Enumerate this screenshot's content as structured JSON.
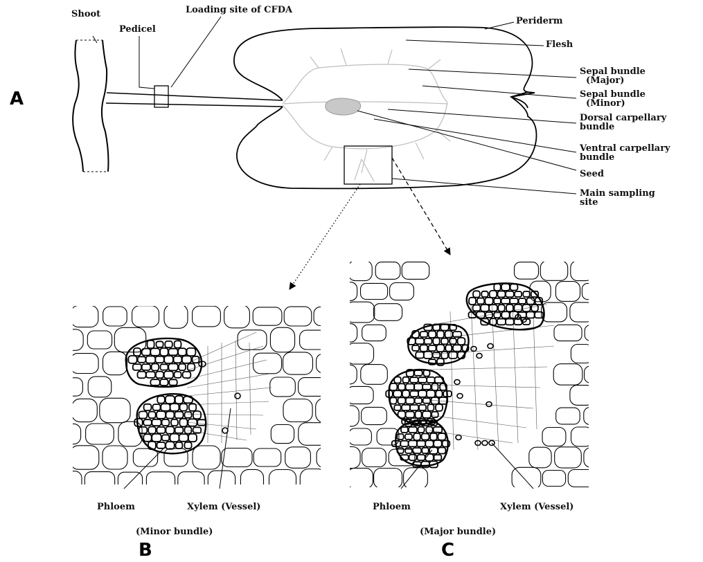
{
  "panels": {
    "a": "A",
    "b": "B",
    "c": "C"
  },
  "labels": {
    "shoot": "Shoot",
    "pedicel": "Pedicel",
    "loading_site": "Loading site of CFDA",
    "periderm": "Periderm",
    "flesh": "Flesh",
    "sepal_major_1": "Sepal bundle",
    "sepal_major_2": "  (Major)",
    "sepal_minor_1": "Sepal bundle",
    "sepal_minor_2": "  (Minor)",
    "dorsal_1": "Dorsal carpellary",
    "dorsal_2": "bundle",
    "ventral_1": "Ventral carpellary",
    "ventral_2": "bundle",
    "seed": "Seed",
    "main_sampling_1": "Main sampling",
    "main_sampling_2": "site",
    "phloem_b": "Phloem",
    "xylem_b": "Xylem (Vessel)",
    "phloem_c": "Phloem",
    "xylem_c": "Xylem (Vessel)",
    "minor_bundle": "(Minor bundle)",
    "major_bundle": "(Major bundle)"
  }
}
